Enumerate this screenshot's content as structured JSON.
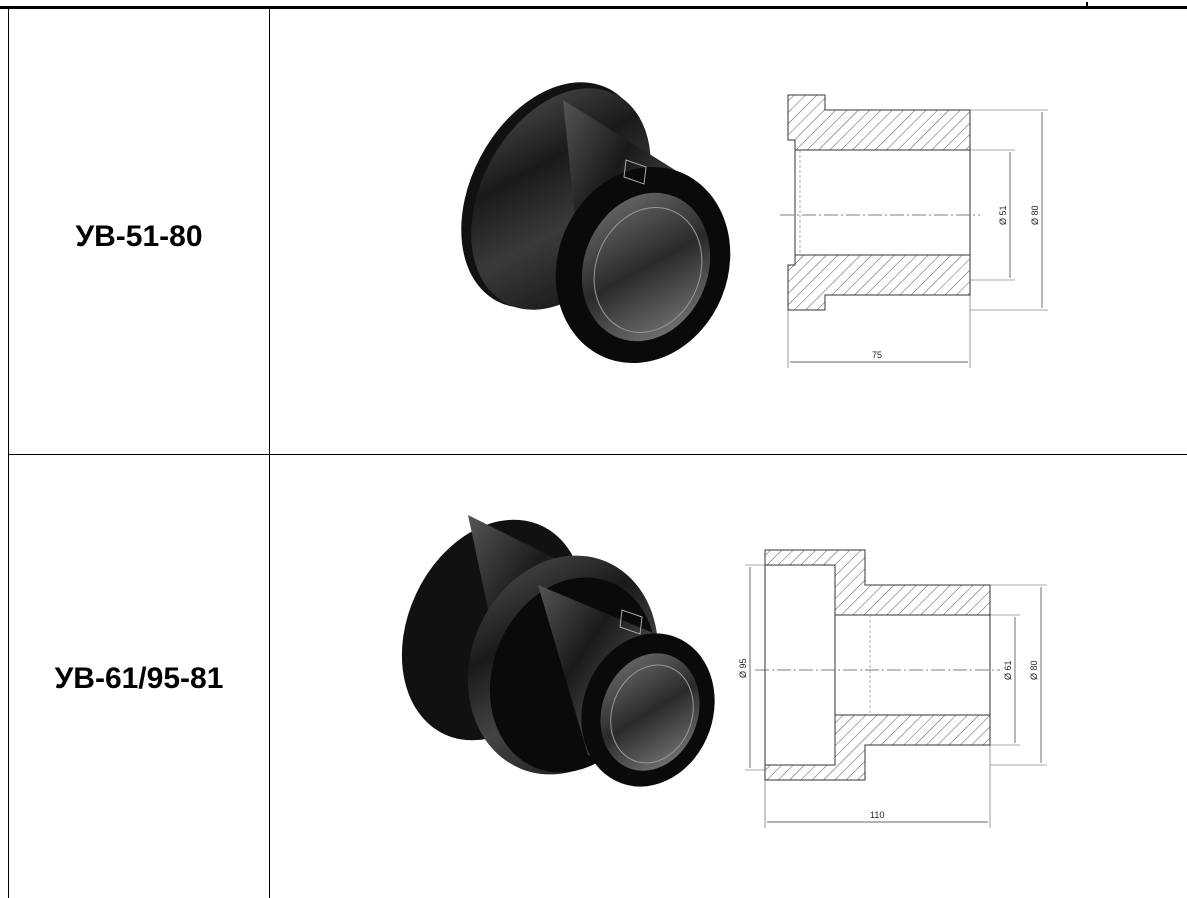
{
  "rows": [
    {
      "code": "УВ-51-80",
      "dims": {
        "inner_diameter": "Ø 51",
        "outer_diameter": "Ø 80",
        "length": "75"
      }
    },
    {
      "code": "УВ-61/95-81",
      "dims": {
        "flange_diameter": "Ø 95",
        "inner_diameter": "Ø 61",
        "outer_diameter": "Ø 80",
        "length": "110"
      }
    }
  ]
}
